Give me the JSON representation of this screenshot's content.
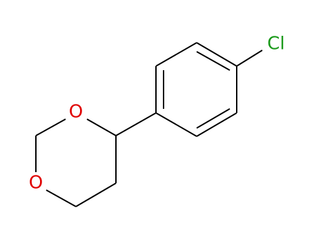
{
  "structure": {
    "atoms": {
      "chlorine": {
        "symbol": "Cl",
        "color": "#1a9a1a"
      },
      "ring_oxygen_upper": {
        "symbol": "O",
        "color": "#e00000"
      },
      "ring_oxygen_lower": {
        "symbol": "O",
        "color": "#e00000"
      }
    },
    "bond_color": "#000000",
    "background": "#ffffff"
  }
}
